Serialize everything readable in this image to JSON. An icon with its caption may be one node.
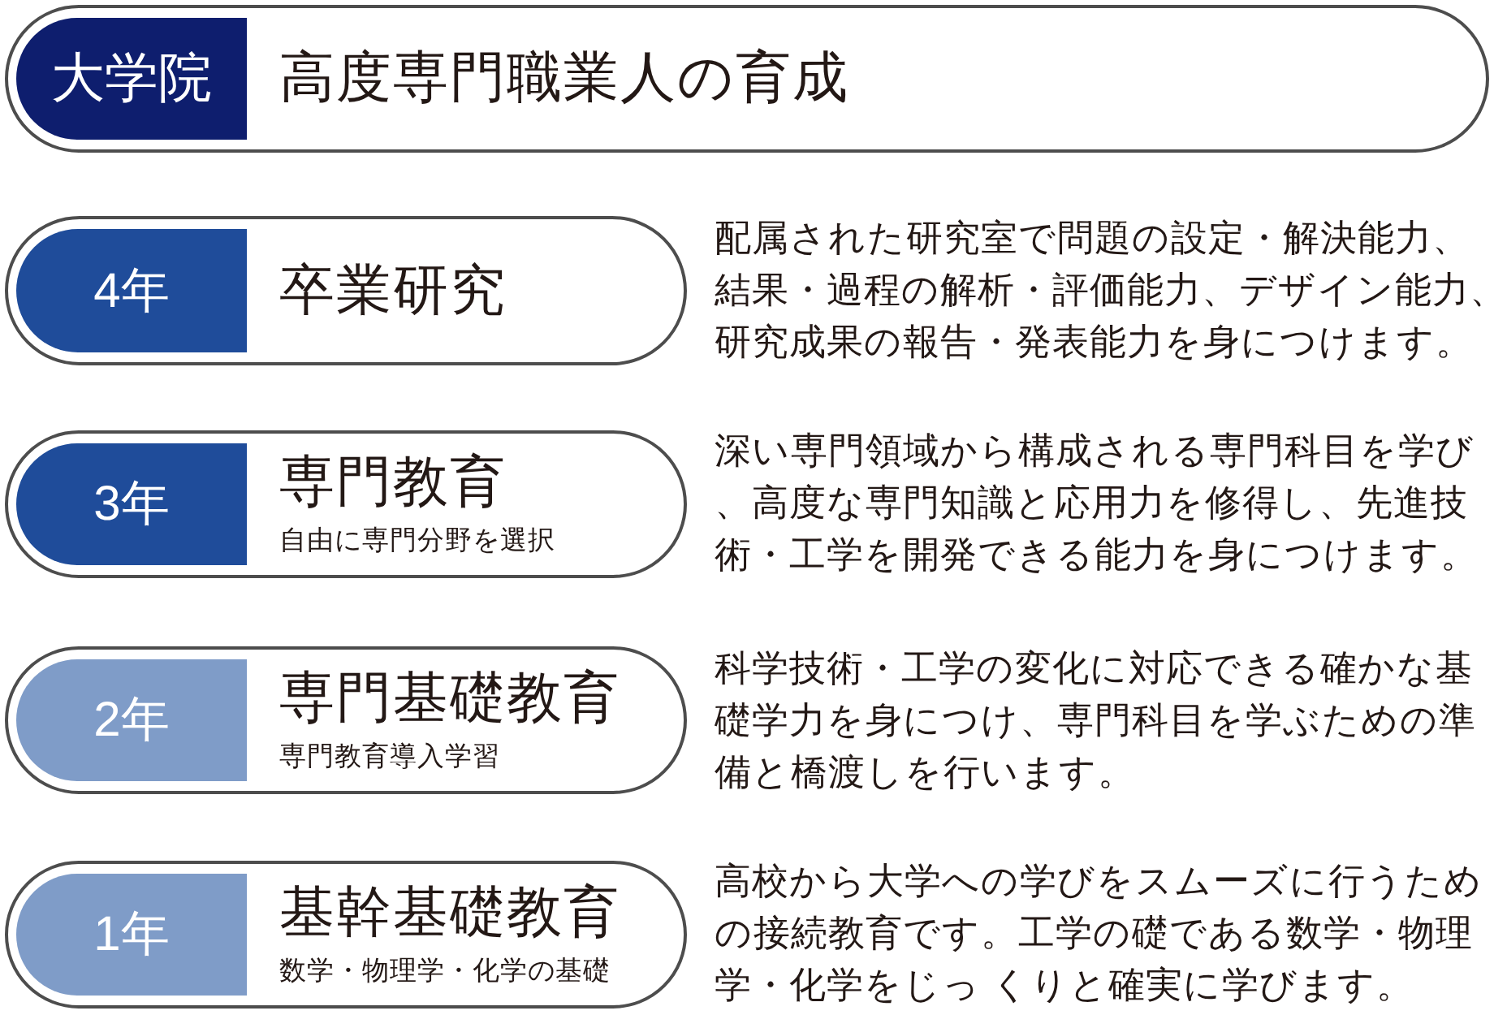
{
  "diagram": {
    "nodes": [
      {
        "text": [
          "高度専門職業人の育成"
        ]
      },
      {
        "text": [
          "大学院"
        ],
        "in": 0
      },
      {
        "text": [
          "卒業研究"
        ],
        "beside": [
          "配属された研究室で問題の設定・解決能力、結果・過程の解析・評価能力、デザイン能力、研究成果の報告・発表能力を身につけます。"
        ]
      },
      {
        "text": [
          "4年"
        ],
        "in": 2
      },
      {
        "text": [
          "専門教育",
          "自由に専門分野を選択"
        ],
        "beside": [
          "深い専門領域から構成される専門科目を学び、高度な専門知識と応用力を修得し、先進技術・工学を開発できる能力を身につけます。"
        ]
      },
      {
        "text": [
          "3年"
        ],
        "in": 4
      },
      {
        "text": [
          "専門基礎教育",
          "専門教育導入学習"
        ],
        "beside": [
          "科学技術・工学の変化に対応できる確かな基礎学力を身につけ、専門科目を学ぶための準備と橋渡しを行います。"
        ]
      },
      {
        "text": [
          "2年"
        ],
        "in": 6
      },
      {
        "text": [
          "基幹基礎教育",
          "数学・物理学・化学の基礎"
        ],
        "beside": [
          "高校から大学への学びをスムーズに行うための接続教育です。工学の礎である数学・物理学・化学をじっ くりと確実に学びます。"
        ]
      },
      {
        "text": [
          "1年"
        ],
        "in": 8
      }
    ]
  }
}
